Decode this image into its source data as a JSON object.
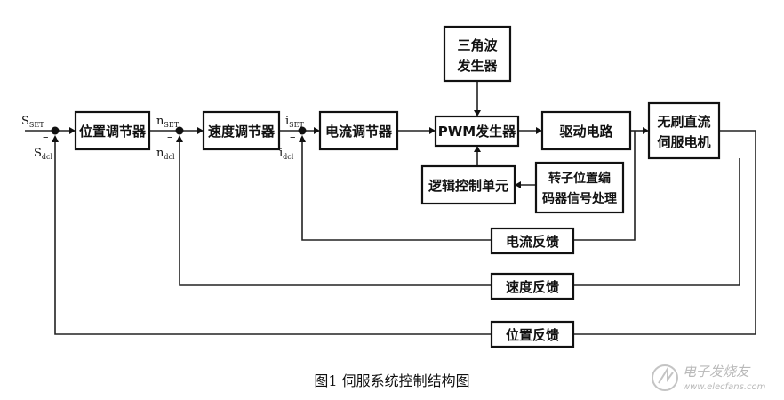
{
  "blocks": {
    "triangle_wave": [
      "三角波",
      "发生器"
    ],
    "position_regulator": "位置调节器",
    "speed_regulator": "速度调节器",
    "current_regulator": "电流调节器",
    "pwm_generator": "PWM发生器",
    "drive_circuit": "驱动电路",
    "bldc_servo_motor": [
      "无刷直流",
      "伺服电机"
    ],
    "logic_control_unit": "逻辑控制单元",
    "rotor_encoder": [
      "转子位置编",
      "码器信号处理"
    ],
    "current_feedback": "电流反馈",
    "speed_feedback": "速度反馈",
    "position_feedback": "位置反馈"
  },
  "signals": {
    "s_set": {
      "main": "S",
      "sub": "SET"
    },
    "s_dcl": {
      "main": "S",
      "sub": "dcl"
    },
    "n_set": {
      "main": "n",
      "sub": "SET"
    },
    "n_dcl": {
      "main": "n",
      "sub": "dcl"
    },
    "i_set": {
      "main": "i",
      "sub": "SET"
    },
    "i_dcl": {
      "main": "i",
      "sub": "dcl"
    },
    "minus": "–"
  },
  "caption": "图1  伺服系统控制结构图",
  "watermark": {
    "main": "电子发烧友",
    "url": "www.elecfans.com"
  }
}
